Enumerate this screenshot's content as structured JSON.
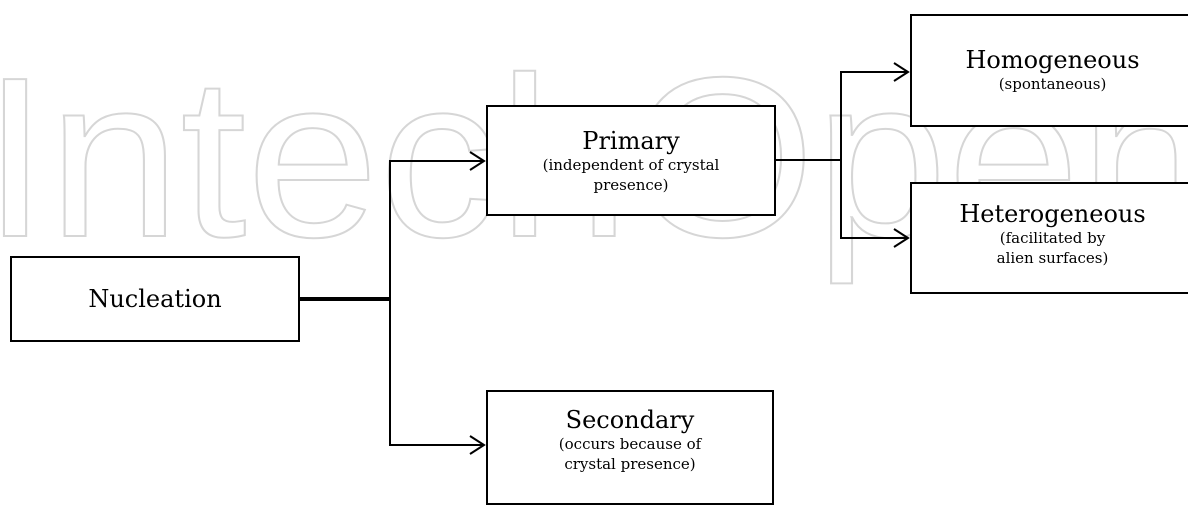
{
  "watermark": {
    "text": "IntechOpen"
  },
  "nodes": {
    "nucleation": {
      "title": "Nucleation"
    },
    "primary": {
      "title": "Primary",
      "line1": "(independent of crystal",
      "line2": "presence)"
    },
    "secondary": {
      "title": "Secondary",
      "line1": "(occurs because of",
      "line2": "crystal presence)"
    },
    "homogeneous": {
      "title": "Homogeneous",
      "line1": "(spontaneous)"
    },
    "heterogeneous": {
      "title": "Heterogeneous",
      "line1": "(facilitated by",
      "line2": "alien surfaces)"
    }
  },
  "colors": {
    "line": "#000000",
    "watermark": "#d6d6d6"
  }
}
